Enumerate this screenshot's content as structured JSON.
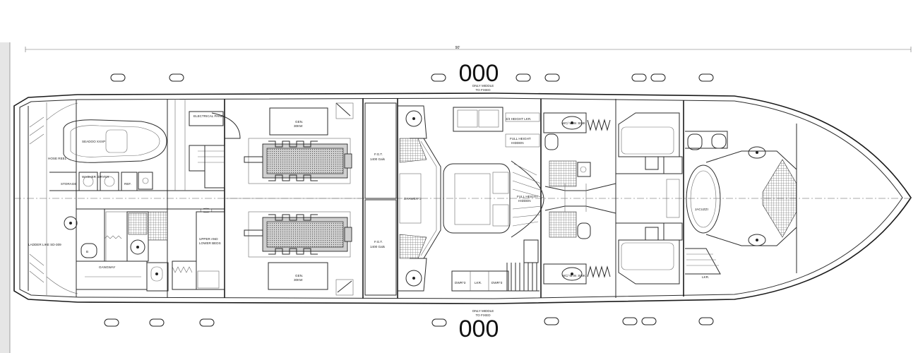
{
  "dimension": "90'",
  "window_note_top": [
    "ONLY MIDDLE",
    "TO FIXED"
  ],
  "window_note_bottom": [
    "ONLY MIDDLE",
    "TO FIXED"
  ],
  "window_groups": [
    "000",
    "000"
  ],
  "labels": {
    "electrical_panel": "ELECTRICAL PANEL",
    "waverunner": "SEADOO XXXP",
    "hose_reel": "HOSE REEL",
    "storage": "STORAGE",
    "washer_dryer": "WASHER /DRYER",
    "ref": "REF.",
    "gen_top": "GEN.",
    "gen_top_kw": "30KW",
    "gen_bottom": "GEN.",
    "gen_bottom_kw": "30KW",
    "fgt_top": "F.G.T.",
    "fgt_top_cap": "1400 Gals",
    "fgt_bottom": "F.G.T.",
    "fgt_bottom_cap": "1400 Gals",
    "drawer": "DRAWER*3",
    "dbl_bed_top": "3/4 HEIGHT LKR.",
    "full_height_top": "FULL HEIGHT",
    "full_height_top2": "HIDDEN",
    "full_height_mid": "FULL HEIGHT",
    "full_height_mid2": "HIDDEN",
    "wc_top": "WC/ W.W. SINK",
    "wc_bottom": "WC/ W.W. SINK",
    "dwr_left": "DWR*3",
    "lkr": "LKR.",
    "dwr_right": "DWR*3",
    "upper_lower_beds": "UPPER AND LOWER BEDS",
    "gangway": "GANGWAY",
    "ladder": "LADDER LIKE SD-309",
    "jacuzzi": "JACUZZI",
    "lkr_bow": "LKR."
  }
}
